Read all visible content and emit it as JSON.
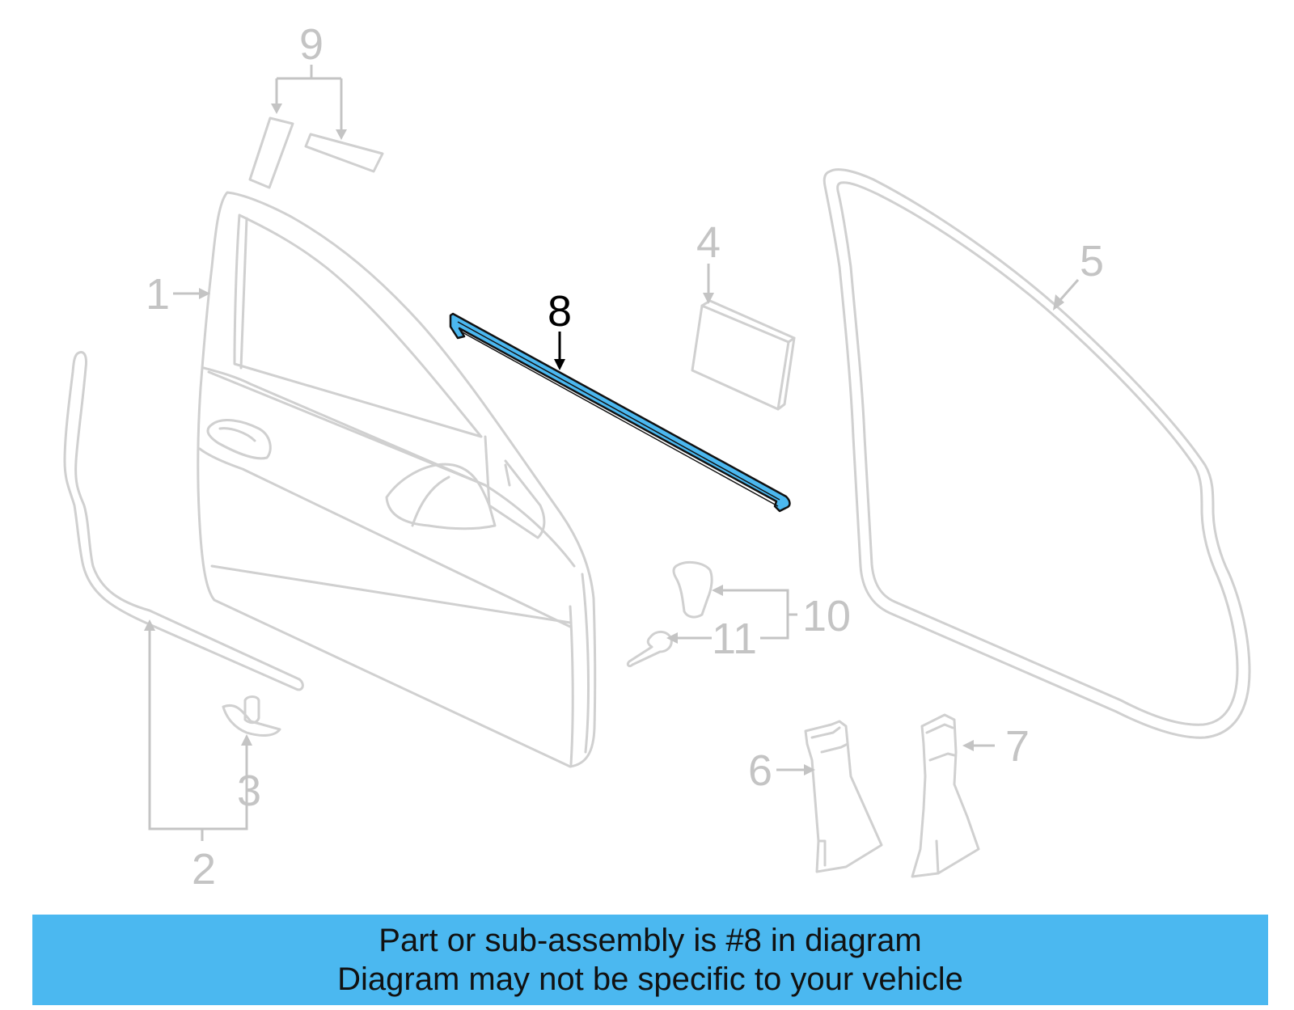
{
  "callouts": {
    "c1": "1",
    "c2": "2",
    "c3": "3",
    "c4": "4",
    "c5": "5",
    "c6": "6",
    "c7": "7",
    "c8": "8",
    "c9": "9",
    "c10": "10",
    "c11": "11"
  },
  "highlighted_part": "8",
  "colors": {
    "highlight": "#4bb8f0",
    "banner_background": "#4bb8f0",
    "part_outline": "#d0d0d0",
    "callout_inactive": "#c4c4c4",
    "callout_active": "#000000"
  },
  "banner": {
    "line1": "Part or sub-assembly is #8 in diagram",
    "line2": "Diagram may not be specific to your vehicle"
  }
}
